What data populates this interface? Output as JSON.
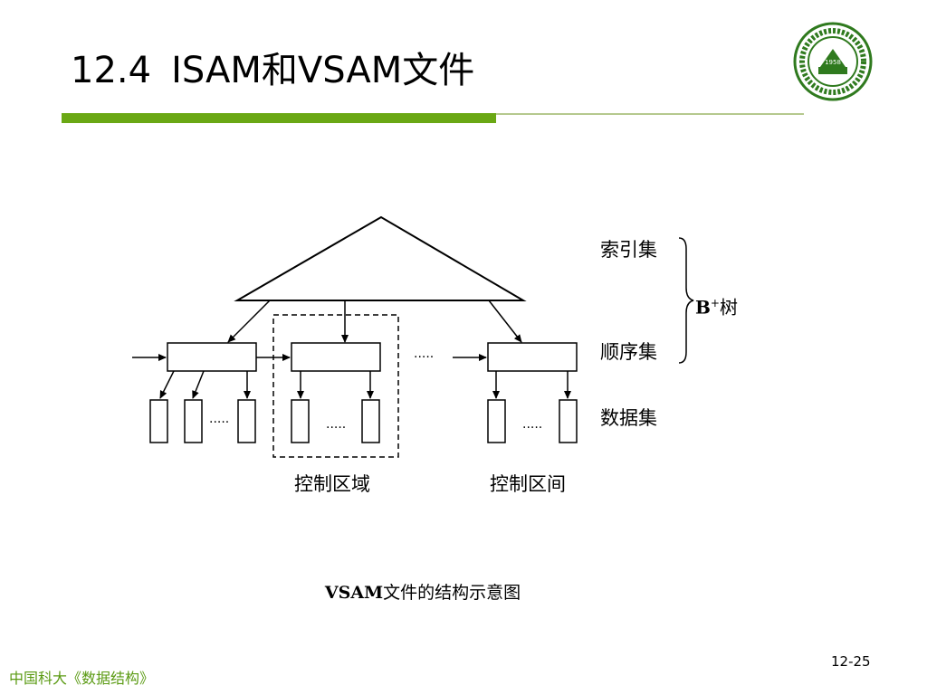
{
  "slide": {
    "title_num": "12.4",
    "title_text": "ISAM和VSAM文件",
    "footer": "中国科大《数据结构》",
    "page": "12-25"
  },
  "logo": {
    "year": "1958"
  },
  "colors": {
    "accent_green": "#6aa814",
    "accent_light": "#b5c98e",
    "logo_green": "#2f7a1e",
    "footer_green": "#5a9a12"
  },
  "diagram": {
    "index_set": "索引集",
    "sequence_set": "顺序集",
    "data_set": "数据集",
    "btree_label": "B",
    "btree_sup": "+",
    "btree_suffix": "树",
    "control_area": "控制区域",
    "control_interval": "控制区间",
    "ellipsis_top": ".....",
    "ellipsis_1": ".....",
    "ellipsis_2": ".....",
    "ellipsis_3": ".....",
    "caption_bold": "VSAM",
    "caption_rest": "文件的结构示意图"
  }
}
